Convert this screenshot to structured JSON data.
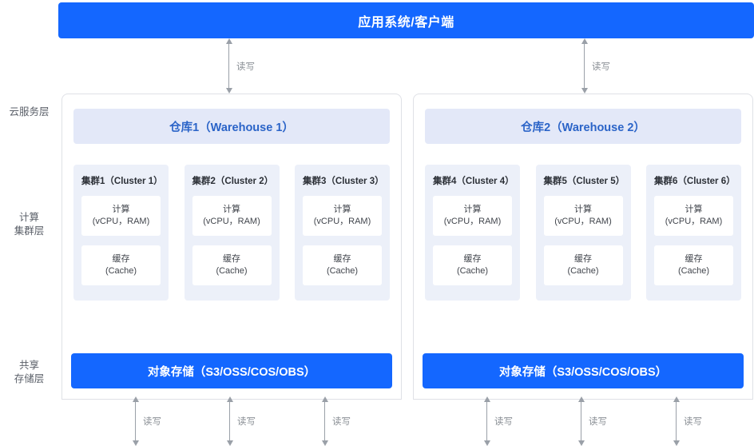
{
  "app_bar": {
    "title": "应用系统/客户端"
  },
  "stage_labels": [
    {
      "name": "cloud-service-layer",
      "text": "云服务层"
    },
    {
      "name": "compute-cluster-layer",
      "text": "计算\n集群层"
    },
    {
      "name": "shared-storage-layer",
      "text": "共享\n存储层"
    }
  ],
  "arrow_label": "读写",
  "panels": [
    {
      "id": "warehouse-1",
      "header": "仓库1（Warehouse 1）",
      "storage": "对象存储（S3/OSS/COS/OBS）",
      "clusters": [
        {
          "title": "集群1（Cluster 1）",
          "compute_line1": "计算",
          "compute_line2": "(vCPU，RAM)",
          "cache_line1": "缓存",
          "cache_line2": "(Cache)"
        },
        {
          "title": "集群2（Cluster 2）",
          "compute_line1": "计算",
          "compute_line2": "(vCPU，RAM)",
          "cache_line1": "缓存",
          "cache_line2": "(Cache)"
        },
        {
          "title": "集群3（Cluster 3）",
          "compute_line1": "计算",
          "compute_line2": "(vCPU，RAM)",
          "cache_line1": "缓存",
          "cache_line2": "(Cache)"
        }
      ]
    },
    {
      "id": "warehouse-2",
      "header": "仓库2（Warehouse 2）",
      "storage": "对象存储（S3/OSS/COS/OBS）",
      "clusters": [
        {
          "title": "集群4（Cluster 4）",
          "compute_line1": "计算",
          "compute_line2": "(vCPU，RAM)",
          "cache_line1": "缓存",
          "cache_line2": "(Cache)"
        },
        {
          "title": "集群5（Cluster 5）",
          "compute_line1": "计算",
          "compute_line2": "(vCPU，RAM)",
          "cache_line1": "缓存",
          "cache_line2": "(Cache)"
        },
        {
          "title": "集群6（Cluster 6）",
          "compute_line1": "计算",
          "compute_line2": "(vCPU，RAM)",
          "cache_line1": "缓存",
          "cache_line2": "(Cache)"
        }
      ]
    }
  ],
  "colors": {
    "brand_blue": "#1467ff",
    "warehouse_header_bg": "#e3e8f8",
    "warehouse_header_text": "#2b64c8",
    "cluster_card_bg": "#ecf0f9",
    "arrow_gray": "#9aa0a8",
    "panel_border": "#dfe1e6"
  }
}
